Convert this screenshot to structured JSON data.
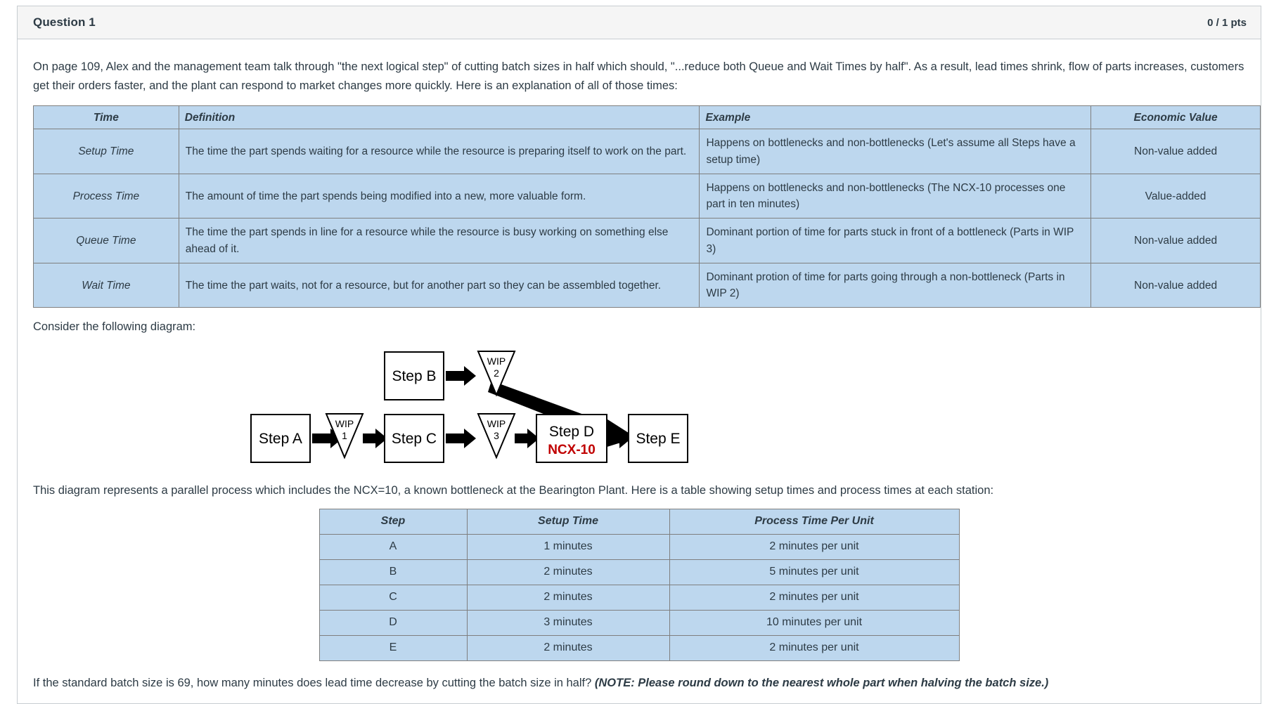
{
  "question": {
    "title": "Question 1",
    "points": "0 / 1 pts",
    "intro_paragraph": "On page 109, Alex and the management team talk through \"the next logical step\" of cutting batch sizes in half which should, \"...reduce both Queue and Wait Times by half\". As a result, lead times shrink, flow of parts increases, customers get their orders faster, and the plant can respond to market changes more quickly. Here is an explanation of all of those times:",
    "diagram_lead_in": "Consider the following diagram:",
    "diagram_caption": "This diagram represents a parallel process which includes the NCX=10, a known bottleneck at the Bearington Plant. Here is a table showing setup times and process times at each station:",
    "final_question": "If the standard batch size is 69, how many minutes does lead time decrease by cutting the batch size in half? ",
    "final_note": "(NOTE: Please round down to the nearest whole part when halving the batch size.)"
  },
  "times_table": {
    "headers": [
      "Time",
      "Definition",
      "Example",
      "Economic Value"
    ],
    "rows": [
      {
        "time": "Setup Time",
        "definition": "The time the part spends waiting for a resource while the resource is preparing itself to work on the part.",
        "example": "Happens on bottlenecks and non-bottlenecks (Let's assume all Steps have a setup time)",
        "economic_value": "Non-value added"
      },
      {
        "time": "Process Time",
        "definition": "The amount of time the part spends being modified into a new, more valuable form.",
        "example": "Happens on bottlenecks and non-bottlenecks (The NCX-10 processes one part in ten minutes)",
        "economic_value": "Value-added"
      },
      {
        "time": "Queue Time",
        "definition": "The time the part spends in line for a resource while the resource is busy working on something else ahead of it.",
        "example": "Dominant portion of time for parts stuck in front of a bottleneck (Parts in WIP 3)",
        "economic_value": "Non-value added"
      },
      {
        "time": "Wait Time",
        "definition": "The time the part waits, not for a resource, but for another part so they can be assembled together.",
        "example": "Dominant protion of time for parts going through a non-bottleneck (Parts in WIP 2)",
        "economic_value": "Non-value added"
      }
    ]
  },
  "diagram": {
    "nodes": [
      {
        "id": "stepB",
        "label": "Step B",
        "type": "box"
      },
      {
        "id": "wip2",
        "label_line1": "WIP",
        "label_line2": "2",
        "type": "triangle"
      },
      {
        "id": "stepA",
        "label": "Step A",
        "type": "box"
      },
      {
        "id": "wip1",
        "label_line1": "WIP",
        "label_line2": "1",
        "type": "triangle"
      },
      {
        "id": "stepC",
        "label": "Step C",
        "type": "box"
      },
      {
        "id": "wip3",
        "label_line1": "WIP",
        "label_line2": "3",
        "type": "triangle"
      },
      {
        "id": "stepD",
        "label": "Step D",
        "sublabel": "NCX-10",
        "type": "box"
      },
      {
        "id": "stepE",
        "label": "Step E",
        "type": "box"
      }
    ],
    "accent_red": "#c00000"
  },
  "steps_table": {
    "headers": [
      "Step",
      "Setup Time",
      "Process Time Per Unit"
    ],
    "rows": [
      {
        "step": "A",
        "setup": "1 minutes",
        "process": "2 minutes per unit"
      },
      {
        "step": "B",
        "setup": "2 minutes",
        "process": "5 minutes per unit"
      },
      {
        "step": "C",
        "setup": "2 minutes",
        "process": "2 minutes per unit"
      },
      {
        "step": "D",
        "setup": "3 minutes",
        "process": "10 minutes per unit"
      },
      {
        "step": "E",
        "setup": "2 minutes",
        "process": "2 minutes per unit"
      }
    ]
  }
}
